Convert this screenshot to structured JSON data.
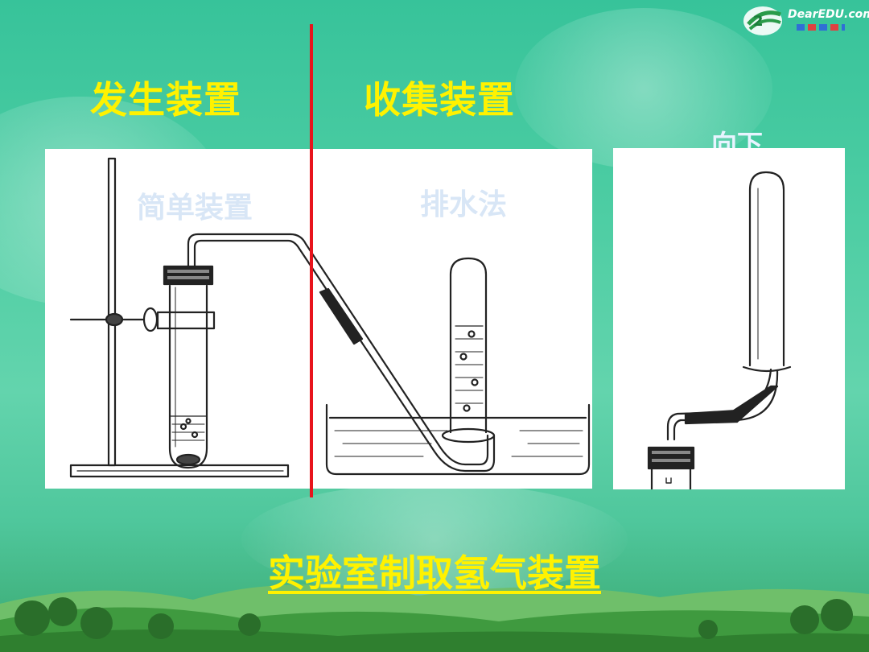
{
  "slide": {
    "heading_left": "发生装置",
    "heading_right": "收集装置",
    "hint_top": "向下",
    "label_simple": "简单装置",
    "label_water": "排水法",
    "bottom_title": "实验室制取氢气装置",
    "logo_text": "DearEDU.com"
  },
  "colors": {
    "heading": "#fff200",
    "divider": "#e8141c",
    "background": "#4fcea4"
  }
}
